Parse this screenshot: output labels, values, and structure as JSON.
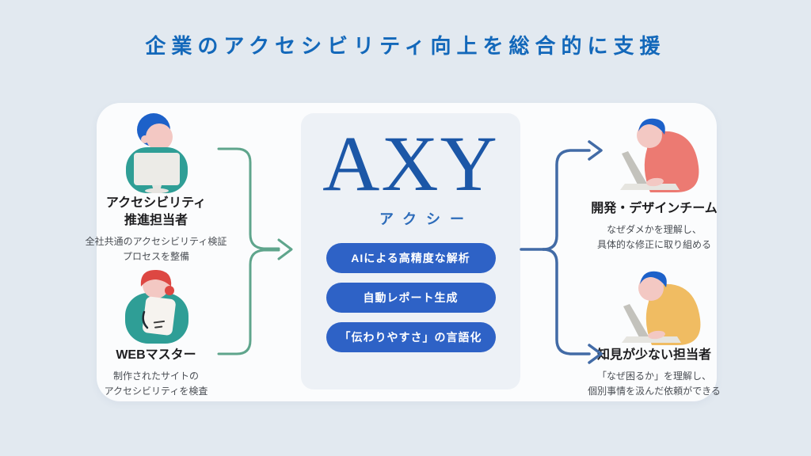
{
  "page": {
    "title": "企業のアクセシビリティ向上を総合的に支援"
  },
  "colors": {
    "background": "#e2e9f0",
    "board": "#fbfcfd",
    "title_blue": "#1368ba",
    "logo_blue": "#1c57a7",
    "pill_blue": "#2e62c6",
    "arrow_green": "#5fa58c",
    "arrow_blue": "#426ba6",
    "teal_clothes": "#2f9e96",
    "red_clothes": "#ec7a72",
    "yellow_clothes": "#f0bc62"
  },
  "left_personas": [
    {
      "illustration": "person-at-monitor",
      "title_line1": "アクセシビリティ",
      "title_line2": "推進担当者",
      "desc_line1": "全社共通のアクセシビリティ検証",
      "desc_line2": "プロセスを整備"
    },
    {
      "illustration": "person-with-tablet",
      "title_line1": "WEBマスター",
      "desc_line1": "制作されたサイトの",
      "desc_line2": "アクセシビリティを検査"
    }
  ],
  "center": {
    "logo": "AXY",
    "logo_reading": "アクシー",
    "features": [
      "AIによる高精度な解析",
      "自動レポート生成",
      "「伝わりやすさ」の言語化"
    ]
  },
  "right_personas": [
    {
      "illustration": "person-at-laptop-red",
      "title": "開発・デザインチーム",
      "desc_line1": "なぜダメかを理解し、",
      "desc_line2": "具体的な修正に取り組める"
    },
    {
      "illustration": "person-at-laptop-yellow",
      "title": "知見が少ない担当者",
      "desc_line1": "「なぜ困るか」を理解し、",
      "desc_line2": "個別事情を汲んだ依頼ができる"
    }
  ]
}
